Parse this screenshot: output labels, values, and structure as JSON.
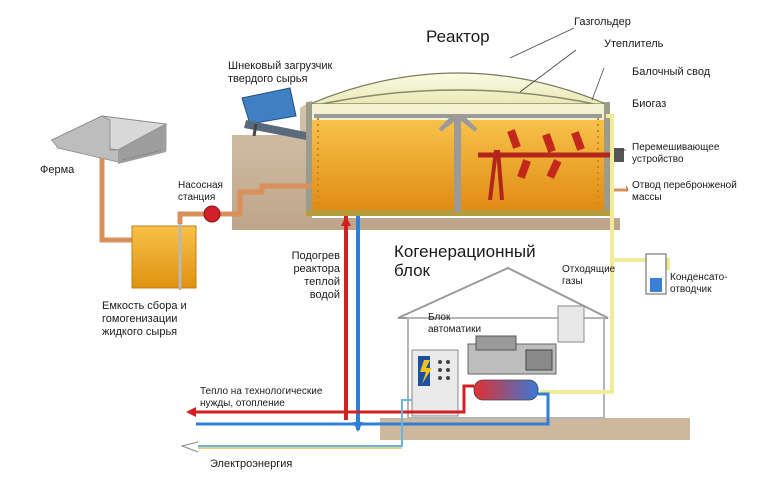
{
  "labels": {
    "reactor": "Реактор",
    "gasholder": "Газгольдер",
    "insulation": "Утеплитель",
    "beam_vault": "Балочный свод",
    "biogas": "Биогаз",
    "mixer": "Перемешивающее\nустройство",
    "digestate_out": "Отвод перебронженой\nмассы",
    "screw_loader": "Шнековый загрузчик\nтвердого сырья",
    "farm": "Ферма",
    "pump_station": "Насосная\nстанция",
    "collection_tank": "Емкость сбора и\nгомогенизации\nжидкого сырья",
    "reactor_heating": "Подогрев\nреактора\nтеплой\nводой",
    "cogeneration": "Когенерационный\nблок",
    "exhaust": "Отходящие\nгазы",
    "condensate": "Конденсато-\nотводчик",
    "automation": "Блок\nавтоматики",
    "heat_out": "Тепло на технологические\nнужды, отопление",
    "electricity": "Электроэнергия"
  },
  "colors": {
    "digestate": "#e8a21a",
    "dome": "#f3f3c8",
    "soil": "#c9b39a",
    "hot_pipe": "#d21f1f",
    "cold_pipe": "#2f7fd6",
    "feed_pipe": "#d9905a",
    "gas_pipe": "#f1ec9a",
    "mixer": "#c4281c",
    "loader": "#3f7fc2"
  }
}
